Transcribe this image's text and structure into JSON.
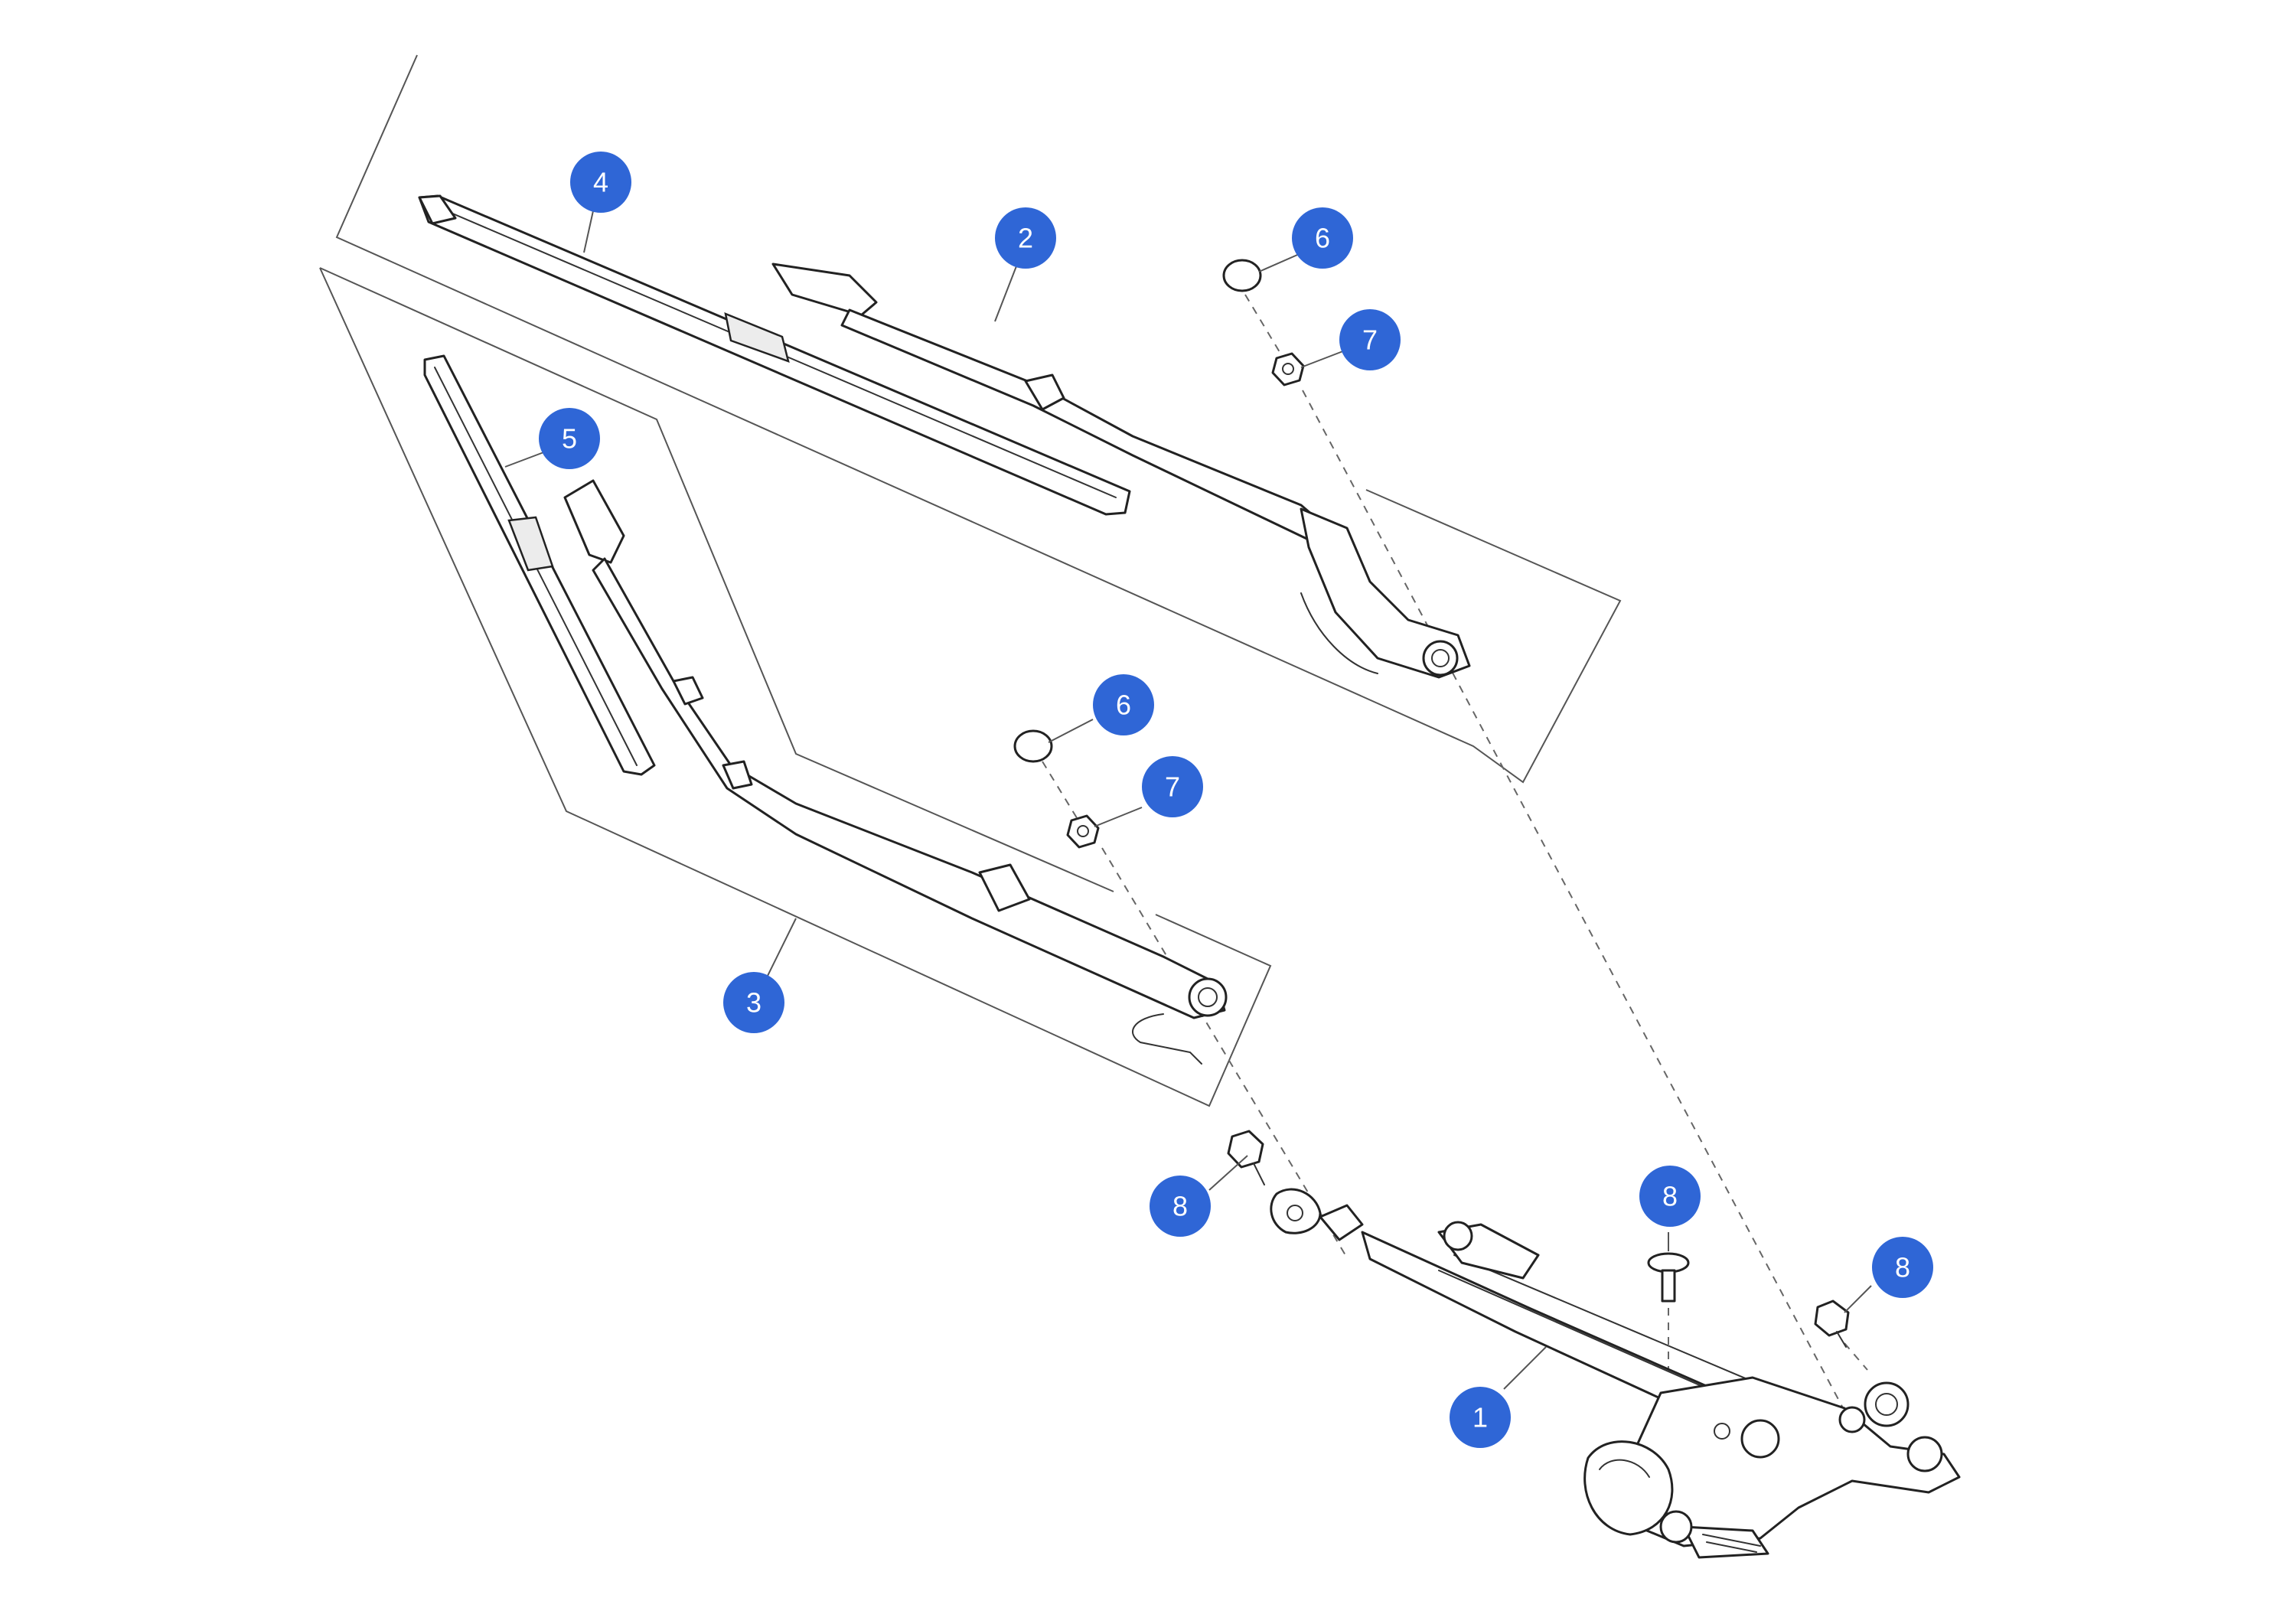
{
  "callouts": [
    {
      "id": "c4",
      "label": "4"
    },
    {
      "id": "c2",
      "label": "2"
    },
    {
      "id": "c6a",
      "label": "6"
    },
    {
      "id": "c7a",
      "label": "7"
    },
    {
      "id": "c5",
      "label": "5"
    },
    {
      "id": "c6b",
      "label": "6"
    },
    {
      "id": "c7b",
      "label": "7"
    },
    {
      "id": "c3",
      "label": "3"
    },
    {
      "id": "c8a",
      "label": "8"
    },
    {
      "id": "c8b",
      "label": "8"
    },
    {
      "id": "c8c",
      "label": "8"
    },
    {
      "id": "c1",
      "label": "1"
    }
  ],
  "colors": {
    "callout": "#2f66d6",
    "line": "#222222",
    "background": "#ffffff"
  }
}
